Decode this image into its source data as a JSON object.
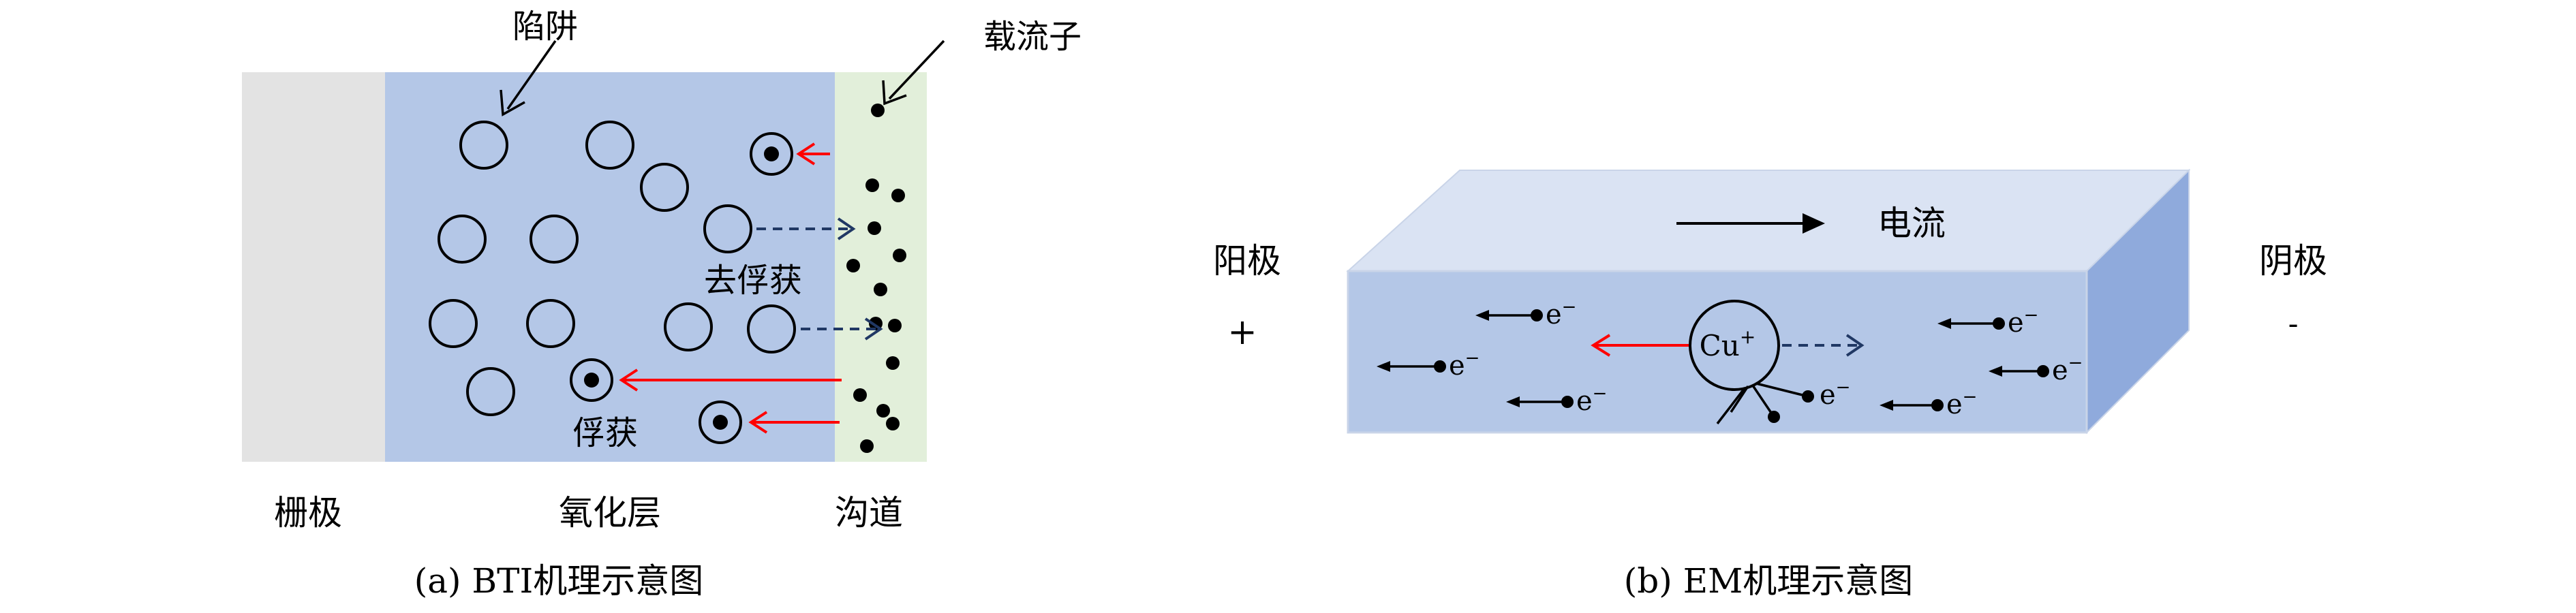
{
  "panel_a": {
    "label_trap": "陷阱",
    "label_carrier": "载流子",
    "label_detrap": "去俘获",
    "label_capture": "俘获",
    "label_gate": "栅极",
    "label_oxide": "氧化层",
    "label_channel": "沟道",
    "caption": "(a) BTI机理示意图",
    "colors": {
      "gate": "#e3e3e3",
      "oxide": "#b4c7e7",
      "channel": "#e2efda",
      "capture_arrow": "#ff0000",
      "detrap_arrow": "#203864"
    }
  },
  "panel_b": {
    "label_current": "电流",
    "label_anode": "阳极",
    "label_cathode": "阴极",
    "anode_sign": "+",
    "cathode_sign": "-",
    "ion_label": "Cu",
    "ion_charge": "+",
    "electron": "e",
    "electron_charge": "−",
    "caption": "(b) EM机理示意图",
    "colors": {
      "top_face": "#dae3f3",
      "front_face": "#b4c7e7",
      "side_face": "#8faadc",
      "ion_arrow": "#ff0000",
      "dashed_arrow": "#203864"
    }
  }
}
